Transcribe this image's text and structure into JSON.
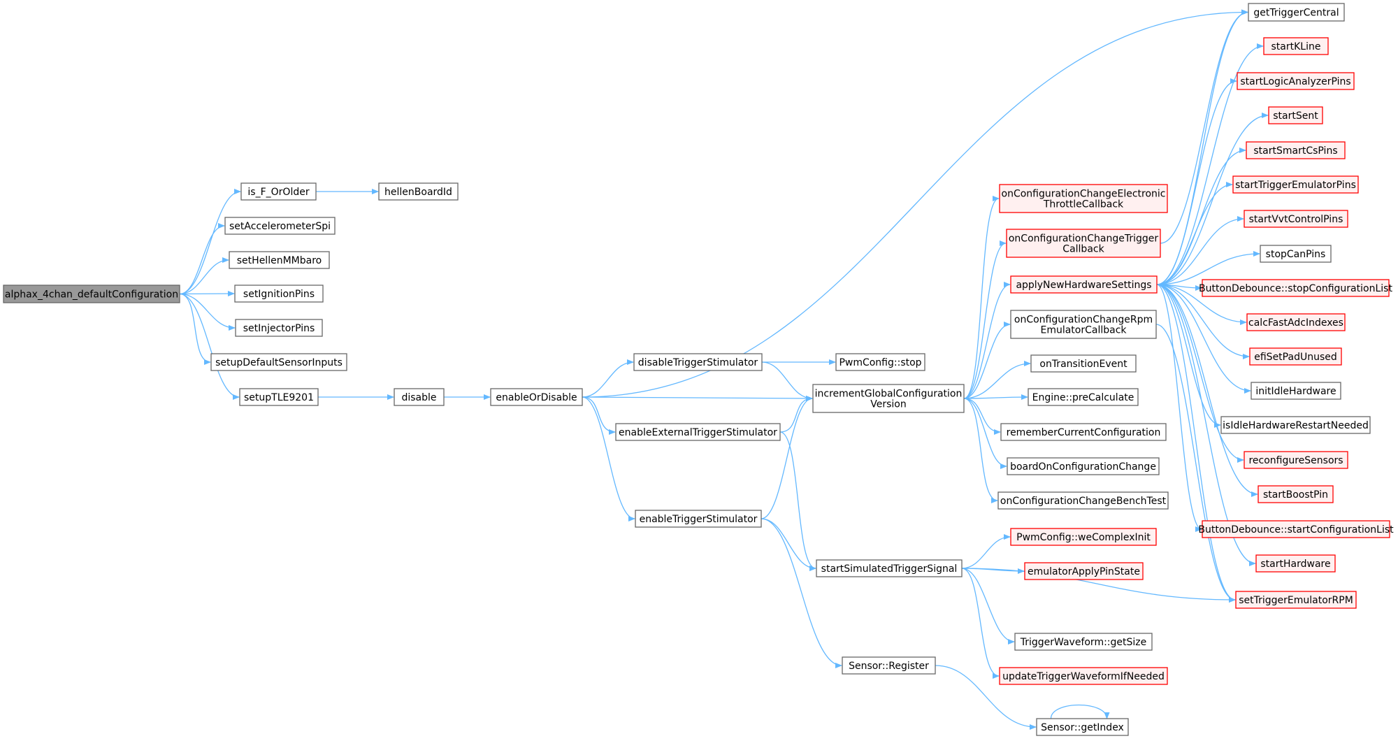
{
  "colors": {
    "root_fill": "#999999",
    "root_stroke": "#666666",
    "normal_fill": "#ffffff",
    "normal_stroke": "#666666",
    "red_fill": "#fff0f0",
    "red_stroke": "#ff0000",
    "edge": "#63b8ff"
  },
  "nodes": [
    {
      "id": "alphax",
      "label": [
        "alphax_4chan_defaultConfiguration"
      ],
      "kind": "root"
    },
    {
      "id": "is_F_OrOlder",
      "label": [
        "is_F_OrOlder"
      ],
      "kind": "normal"
    },
    {
      "id": "hellenBoardId",
      "label": [
        "hellenBoardId"
      ],
      "kind": "normal"
    },
    {
      "id": "setAccelerometerSpi",
      "label": [
        "setAccelerometerSpi"
      ],
      "kind": "normal"
    },
    {
      "id": "setHellenMMbaro",
      "label": [
        "setHellenMMbaro"
      ],
      "kind": "normal"
    },
    {
      "id": "setIgnitionPins",
      "label": [
        "setIgnitionPins"
      ],
      "kind": "normal"
    },
    {
      "id": "setInjectorPins",
      "label": [
        "setInjectorPins"
      ],
      "kind": "normal"
    },
    {
      "id": "setupDefaultSensorInputs",
      "label": [
        "setupDefaultSensorInputs"
      ],
      "kind": "normal"
    },
    {
      "id": "setupTLE9201",
      "label": [
        "setupTLE9201"
      ],
      "kind": "normal"
    },
    {
      "id": "disable",
      "label": [
        "disable"
      ],
      "kind": "normal"
    },
    {
      "id": "enableOrDisable",
      "label": [
        "enableOrDisable"
      ],
      "kind": "normal"
    },
    {
      "id": "disableTriggerStimulator",
      "label": [
        "disableTriggerStimulator"
      ],
      "kind": "normal"
    },
    {
      "id": "enableExternalTriggerStimulator",
      "label": [
        "enableExternalTriggerStimulator"
      ],
      "kind": "normal"
    },
    {
      "id": "enableTriggerStimulator",
      "label": [
        "enableTriggerStimulator"
      ],
      "kind": "normal"
    },
    {
      "id": "pwmStop",
      "label": [
        "PwmConfig::stop"
      ],
      "kind": "normal"
    },
    {
      "id": "incrementGlobal",
      "label": [
        "incrementGlobalConfiguration",
        "Version"
      ],
      "kind": "normal"
    },
    {
      "id": "startSimulated",
      "label": [
        "startSimulatedTriggerSignal"
      ],
      "kind": "normal"
    },
    {
      "id": "sensorRegister",
      "label": [
        "Sensor::Register"
      ],
      "kind": "normal"
    },
    {
      "id": "sensorGetIndex",
      "label": [
        "Sensor::getIndex"
      ],
      "kind": "normal"
    },
    {
      "id": "onCfgEtb",
      "label": [
        "onConfigurationChangeElectronic",
        "ThrottleCallback"
      ],
      "kind": "red"
    },
    {
      "id": "onCfgTrigger",
      "label": [
        "onConfigurationChangeTrigger",
        "Callback"
      ],
      "kind": "red"
    },
    {
      "id": "applyNewHw",
      "label": [
        "applyNewHardwareSettings"
      ],
      "kind": "red"
    },
    {
      "id": "onCfgRpm",
      "label": [
        "onConfigurationChangeRpm",
        "EmulatorCallback"
      ],
      "kind": "normal"
    },
    {
      "id": "onTransition",
      "label": [
        "onTransitionEvent"
      ],
      "kind": "normal"
    },
    {
      "id": "enginePre",
      "label": [
        "Engine::preCalculate"
      ],
      "kind": "normal"
    },
    {
      "id": "rememberCfg",
      "label": [
        "rememberCurrentConfiguration"
      ],
      "kind": "normal"
    },
    {
      "id": "boardOnCfg",
      "label": [
        "boardOnConfigurationChange"
      ],
      "kind": "normal"
    },
    {
      "id": "onCfgBench",
      "label": [
        "onConfigurationChangeBenchTest"
      ],
      "kind": "normal"
    },
    {
      "id": "pwmWeComplex",
      "label": [
        "PwmConfig::weComplexInit"
      ],
      "kind": "red"
    },
    {
      "id": "emulatorApply",
      "label": [
        "emulatorApplyPinState"
      ],
      "kind": "red"
    },
    {
      "id": "twGetSize",
      "label": [
        "TriggerWaveform::getSize"
      ],
      "kind": "normal"
    },
    {
      "id": "updateTw",
      "label": [
        "updateTriggerWaveformIfNeeded"
      ],
      "kind": "red"
    },
    {
      "id": "getTriggerCentral",
      "label": [
        "getTriggerCentral"
      ],
      "kind": "normal"
    },
    {
      "id": "startKLine",
      "label": [
        "startKLine"
      ],
      "kind": "red"
    },
    {
      "id": "startLogic",
      "label": [
        "startLogicAnalyzerPins"
      ],
      "kind": "red"
    },
    {
      "id": "startSent",
      "label": [
        "startSent"
      ],
      "kind": "red"
    },
    {
      "id": "startSmartCs",
      "label": [
        "startSmartCsPins"
      ],
      "kind": "red"
    },
    {
      "id": "startTrigEmu",
      "label": [
        "startTriggerEmulatorPins"
      ],
      "kind": "red"
    },
    {
      "id": "startVvt",
      "label": [
        "startVvtControlPins"
      ],
      "kind": "red"
    },
    {
      "id": "stopCan",
      "label": [
        "stopCanPins"
      ],
      "kind": "normal"
    },
    {
      "id": "btnStopCfg",
      "label": [
        "ButtonDebounce::stopConfigurationList"
      ],
      "kind": "red"
    },
    {
      "id": "calcFastAdc",
      "label": [
        "calcFastAdcIndexes"
      ],
      "kind": "red"
    },
    {
      "id": "efiSetPad",
      "label": [
        "efiSetPadUnused"
      ],
      "kind": "red"
    },
    {
      "id": "initIdleHw",
      "label": [
        "initIdleHardware"
      ],
      "kind": "normal"
    },
    {
      "id": "isIdleRestart",
      "label": [
        "isIdleHardwareRestartNeeded"
      ],
      "kind": "normal"
    },
    {
      "id": "reconfigureSensors",
      "label": [
        "reconfigureSensors"
      ],
      "kind": "red"
    },
    {
      "id": "startBoostPin",
      "label": [
        "startBoostPin"
      ],
      "kind": "red"
    },
    {
      "id": "btnStartCfg",
      "label": [
        "ButtonDebounce::startConfigurationList"
      ],
      "kind": "red"
    },
    {
      "id": "startHardware",
      "label": [
        "startHardware"
      ],
      "kind": "red"
    },
    {
      "id": "setTrigEmuRpm",
      "label": [
        "setTriggerEmulatorRPM"
      ],
      "kind": "red"
    }
  ],
  "edges": [
    [
      "alphax",
      "is_F_OrOlder"
    ],
    [
      "alphax",
      "setAccelerometerSpi"
    ],
    [
      "alphax",
      "setHellenMMbaro"
    ],
    [
      "alphax",
      "setIgnitionPins"
    ],
    [
      "alphax",
      "setInjectorPins"
    ],
    [
      "alphax",
      "setupDefaultSensorInputs"
    ],
    [
      "alphax",
      "setupTLE9201"
    ],
    [
      "is_F_OrOlder",
      "hellenBoardId"
    ],
    [
      "setupTLE9201",
      "disable"
    ],
    [
      "disable",
      "enableOrDisable"
    ],
    [
      "enableOrDisable",
      "getTriggerCentral"
    ],
    [
      "enableOrDisable",
      "disableTriggerStimulator"
    ],
    [
      "enableOrDisable",
      "incrementGlobal"
    ],
    [
      "enableOrDisable",
      "enableExternalTriggerStimulator"
    ],
    [
      "enableOrDisable",
      "enableTriggerStimulator"
    ],
    [
      "disableTriggerStimulator",
      "pwmStop"
    ],
    [
      "disableTriggerStimulator",
      "incrementGlobal"
    ],
    [
      "enableExternalTriggerStimulator",
      "incrementGlobal"
    ],
    [
      "enableExternalTriggerStimulator",
      "startSimulated"
    ],
    [
      "enableTriggerStimulator",
      "incrementGlobal"
    ],
    [
      "enableTriggerStimulator",
      "startSimulated"
    ],
    [
      "enableTriggerStimulator",
      "sensorRegister"
    ],
    [
      "incrementGlobal",
      "onCfgEtb"
    ],
    [
      "incrementGlobal",
      "onCfgTrigger"
    ],
    [
      "incrementGlobal",
      "applyNewHw"
    ],
    [
      "incrementGlobal",
      "onCfgRpm"
    ],
    [
      "incrementGlobal",
      "onTransition"
    ],
    [
      "incrementGlobal",
      "enginePre"
    ],
    [
      "incrementGlobal",
      "rememberCfg"
    ],
    [
      "incrementGlobal",
      "boardOnCfg"
    ],
    [
      "incrementGlobal",
      "onCfgBench"
    ],
    [
      "startSimulated",
      "pwmWeComplex"
    ],
    [
      "startSimulated",
      "emulatorApply"
    ],
    [
      "startSimulated",
      "setTrigEmuRpm"
    ],
    [
      "startSimulated",
      "twGetSize"
    ],
    [
      "startSimulated",
      "updateTw"
    ],
    [
      "sensorRegister",
      "sensorGetIndex"
    ],
    [
      "sensorGetIndex",
      "sensorGetIndex"
    ],
    [
      "onCfgTrigger",
      "getTriggerCentral"
    ],
    [
      "onCfgRpm",
      "setTrigEmuRpm"
    ],
    [
      "applyNewHw",
      "getTriggerCentral"
    ],
    [
      "applyNewHw",
      "startKLine"
    ],
    [
      "applyNewHw",
      "startLogic"
    ],
    [
      "applyNewHw",
      "startSent"
    ],
    [
      "applyNewHw",
      "startSmartCs"
    ],
    [
      "applyNewHw",
      "startTrigEmu"
    ],
    [
      "applyNewHw",
      "startVvt"
    ],
    [
      "applyNewHw",
      "stopCan"
    ],
    [
      "applyNewHw",
      "btnStopCfg"
    ],
    [
      "applyNewHw",
      "calcFastAdc"
    ],
    [
      "applyNewHw",
      "efiSetPad"
    ],
    [
      "applyNewHw",
      "initIdleHw"
    ],
    [
      "applyNewHw",
      "isIdleRestart"
    ],
    [
      "applyNewHw",
      "reconfigureSensors"
    ],
    [
      "applyNewHw",
      "startBoostPin"
    ],
    [
      "applyNewHw",
      "btnStartCfg"
    ],
    [
      "applyNewHw",
      "startHardware"
    ],
    [
      "applyNewHw",
      "setTrigEmuRpm"
    ]
  ]
}
